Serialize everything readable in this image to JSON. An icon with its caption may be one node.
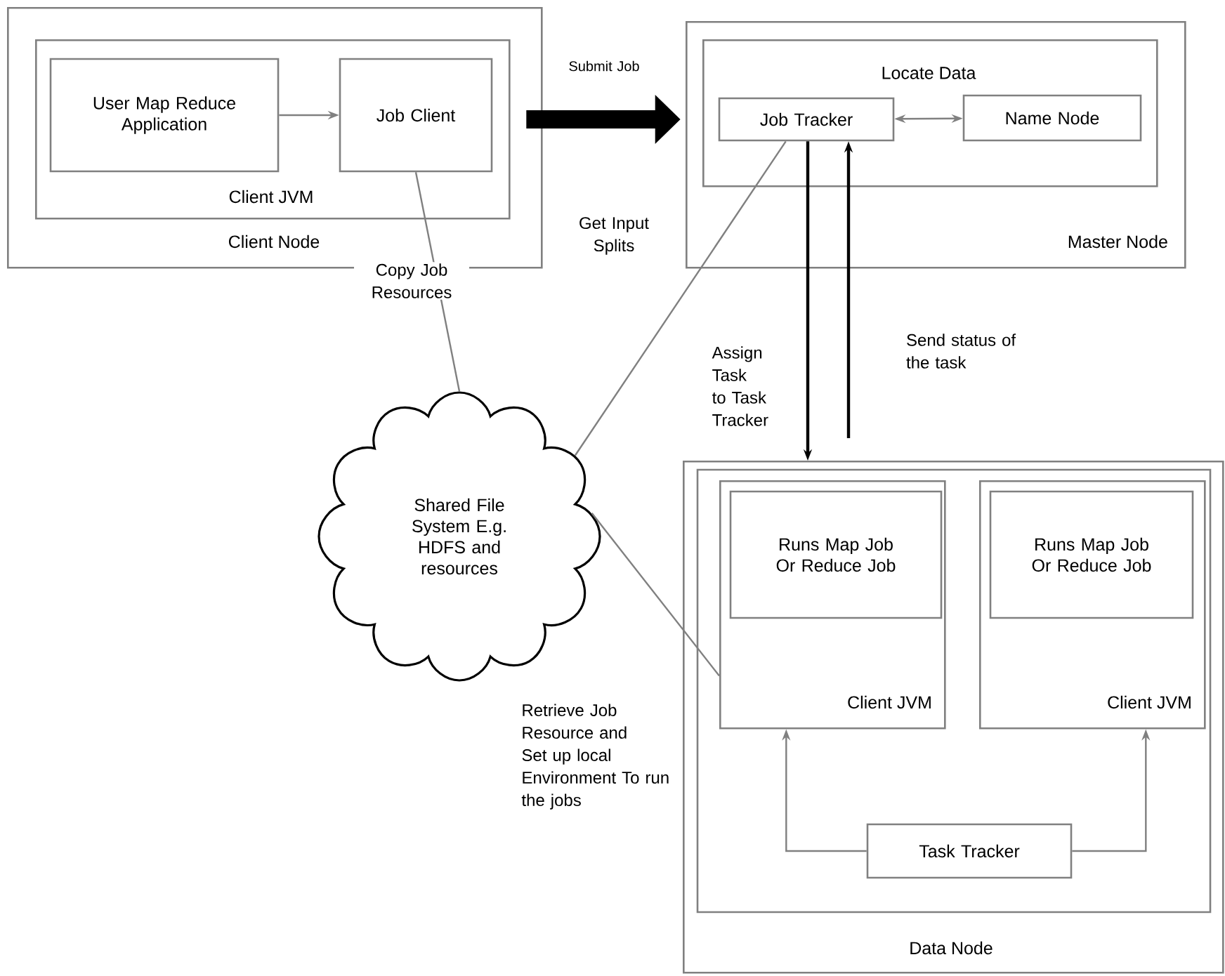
{
  "diagram": {
    "nodes": [
      {
        "text": [
          "Client Node"
        ]
      },
      {
        "text": [
          "Client JVM"
        ],
        "in": 0
      },
      {
        "text": [
          "User Map Reduce Application"
        ],
        "in": 1
      },
      {
        "text": [
          "Job Client"
        ],
        "in": 1
      },
      {
        "text": [
          "Master Node"
        ]
      },
      {
        "text": [
          "Locate Data"
        ],
        "in": 4
      },
      {
        "text": [
          "Job Tracker"
        ],
        "in": 5
      },
      {
        "text": [
          "Name Node"
        ],
        "in": 5
      },
      {
        "text": [
          "Shared File System E.g. HDFS and resources"
        ]
      },
      {
        "text": [
          "Data Node"
        ]
      },
      {
        "text": [],
        "shape": "box",
        "in": 9
      },
      {
        "text": [
          "Client JVM"
        ],
        "in": 10
      },
      {
        "text": [
          "Runs Map Job Or Reduce Job"
        ],
        "in": 11
      },
      {
        "text": [
          "Client JVM"
        ],
        "in": 10
      },
      {
        "text": [
          "Runs Map Job Or Reduce Job"
        ],
        "in": 13
      },
      {
        "text": [
          "Task Tracker"
        ],
        "in": 10
      }
    ],
    "edges": [
      {
        "from": 2,
        "to": 3,
        "arrow": "to"
      },
      {
        "from": 3,
        "to": 6,
        "arrow": "to",
        "label": "Submit Job",
        "style": "thick",
        "color": "#000000"
      },
      {
        "from": 6,
        "to": 7,
        "arrow": "both"
      },
      {
        "from": 6,
        "to": 9,
        "arrow": "to",
        "label": "Assign Task to Task Tracker",
        "color": "#000000"
      },
      {
        "from": 9,
        "to": 6,
        "arrow": "to",
        "label": "Send status of the task",
        "color": "#000000"
      },
      {
        "from": 3,
        "to": 8,
        "arrow": "none",
        "label": "Copy Job Resources"
      },
      {
        "from": 6,
        "to": 8,
        "arrow": "none",
        "label": "Get Input Splits"
      },
      {
        "from": 8,
        "to": 11,
        "arrow": "none",
        "label": "Retrieve Job Resource and Set up local Environment To run the jobs"
      },
      {
        "from": 15,
        "to": 11,
        "arrow": "to"
      },
      {
        "from": 15,
        "to": 13,
        "arrow": "to"
      }
    ]
  }
}
